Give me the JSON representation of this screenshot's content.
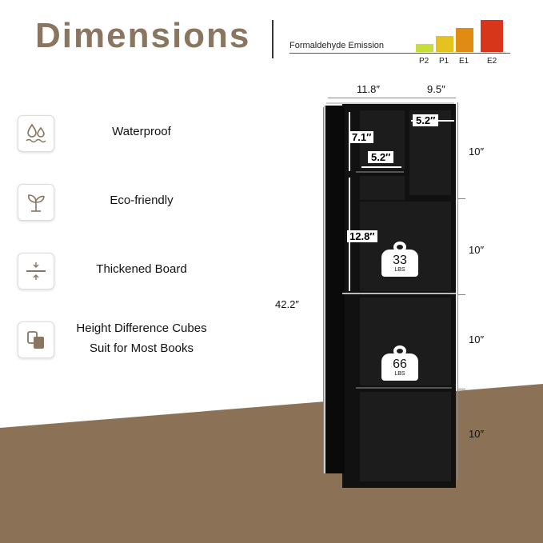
{
  "header": {
    "title": "Dimensions"
  },
  "formaldehyde": {
    "label": "Formaldehyde Emission",
    "levels": [
      {
        "name": "P2",
        "color": "#c8dc3c",
        "level": 1
      },
      {
        "name": "P1",
        "color": "#e6c21e",
        "level": 2
      },
      {
        "name": "E1",
        "color": "#e08c14",
        "level": 3
      },
      {
        "name": "E2",
        "color": "#d8361a",
        "level": 4
      }
    ]
  },
  "features": [
    {
      "icon": "water-drops-icon",
      "text": "Waterproof"
    },
    {
      "icon": "sprout-icon",
      "text": "Eco-friendly"
    },
    {
      "icon": "board-thickness-icon",
      "text": "Thickened Board"
    },
    {
      "icon": "books-icon",
      "text_line1": "Height Difference Cubes",
      "text_line2": "Suit for Most Books"
    }
  ],
  "dimensions": {
    "width": "11.8″",
    "depth": "9.5″",
    "height_total": "42.2″",
    "inner_w_top": "5.2″",
    "inner_w_mid": "5.2″",
    "inner_h_small": "7.1″",
    "inner_h_large": "12.8″",
    "section_1": "10″",
    "section_2": "10″",
    "section_3": "10″",
    "section_4": "10″"
  },
  "weights": [
    {
      "value": "33",
      "unit": "LBS"
    },
    {
      "value": "66",
      "unit": "LBS"
    }
  ]
}
